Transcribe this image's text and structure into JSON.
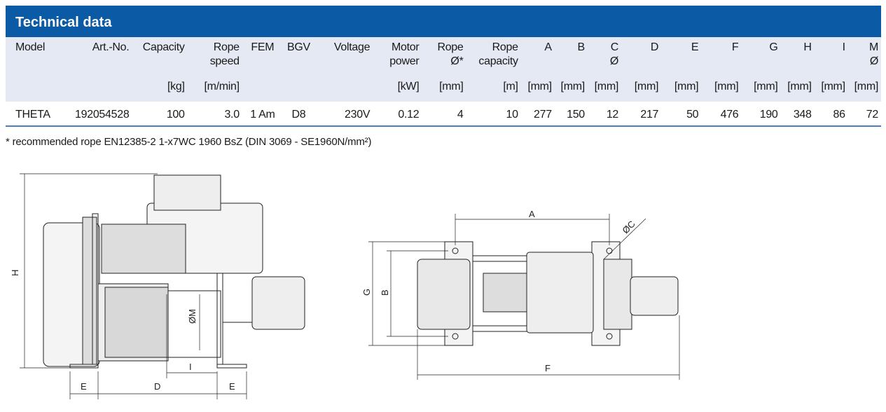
{
  "title": "Technical data",
  "columns": [
    {
      "name": "Model",
      "name2": "",
      "unit": ""
    },
    {
      "name": "Art.-No.",
      "name2": "",
      "unit": ""
    },
    {
      "name": "Capacity",
      "name2": "",
      "unit": "[kg]"
    },
    {
      "name": "Rope",
      "name2": "speed",
      "unit": "[m/min]"
    },
    {
      "name": "FEM",
      "name2": "",
      "unit": ""
    },
    {
      "name": "BGV",
      "name2": "",
      "unit": ""
    },
    {
      "name": "Voltage",
      "name2": "",
      "unit": ""
    },
    {
      "name": "Motor",
      "name2": "power",
      "unit": "[kW]"
    },
    {
      "name": "Rope",
      "name2": "Ø*",
      "unit": "[mm]"
    },
    {
      "name": "Rope",
      "name2": "capacity",
      "unit": "[m]"
    },
    {
      "name": "A",
      "name2": "",
      "unit": "[mm]"
    },
    {
      "name": "B",
      "name2": "",
      "unit": "[mm]"
    },
    {
      "name": "C",
      "name2": "Ø",
      "unit": "[mm]"
    },
    {
      "name": "D",
      "name2": "",
      "unit": "[mm]"
    },
    {
      "name": "E",
      "name2": "",
      "unit": "[mm]"
    },
    {
      "name": "F",
      "name2": "",
      "unit": "[mm]"
    },
    {
      "name": "G",
      "name2": "",
      "unit": "[mm]"
    },
    {
      "name": "H",
      "name2": "",
      "unit": "[mm]"
    },
    {
      "name": "I",
      "name2": "",
      "unit": "[mm]"
    },
    {
      "name": "M",
      "name2": "Ø",
      "unit": "[mm]"
    }
  ],
  "rows": [
    [
      "THETA",
      "192054528",
      "100",
      "3.0",
      "1 Am",
      "D8",
      "230V",
      "0.12",
      "4",
      "10",
      "277",
      "150",
      "12",
      "217",
      "50",
      "476",
      "190",
      "348",
      "86",
      "72"
    ]
  ],
  "footnote": "* recommended rope EN12385-2 1-x7WC 1960 BsZ (DIN 3069 - SE1960N/mm²)",
  "drawing": {
    "H": "H",
    "E1": "E",
    "D": "D",
    "I": "I",
    "E2": "E",
    "M": "ØM",
    "A": "A",
    "C": "ØC",
    "G": "G",
    "B": "B",
    "F": "F"
  }
}
